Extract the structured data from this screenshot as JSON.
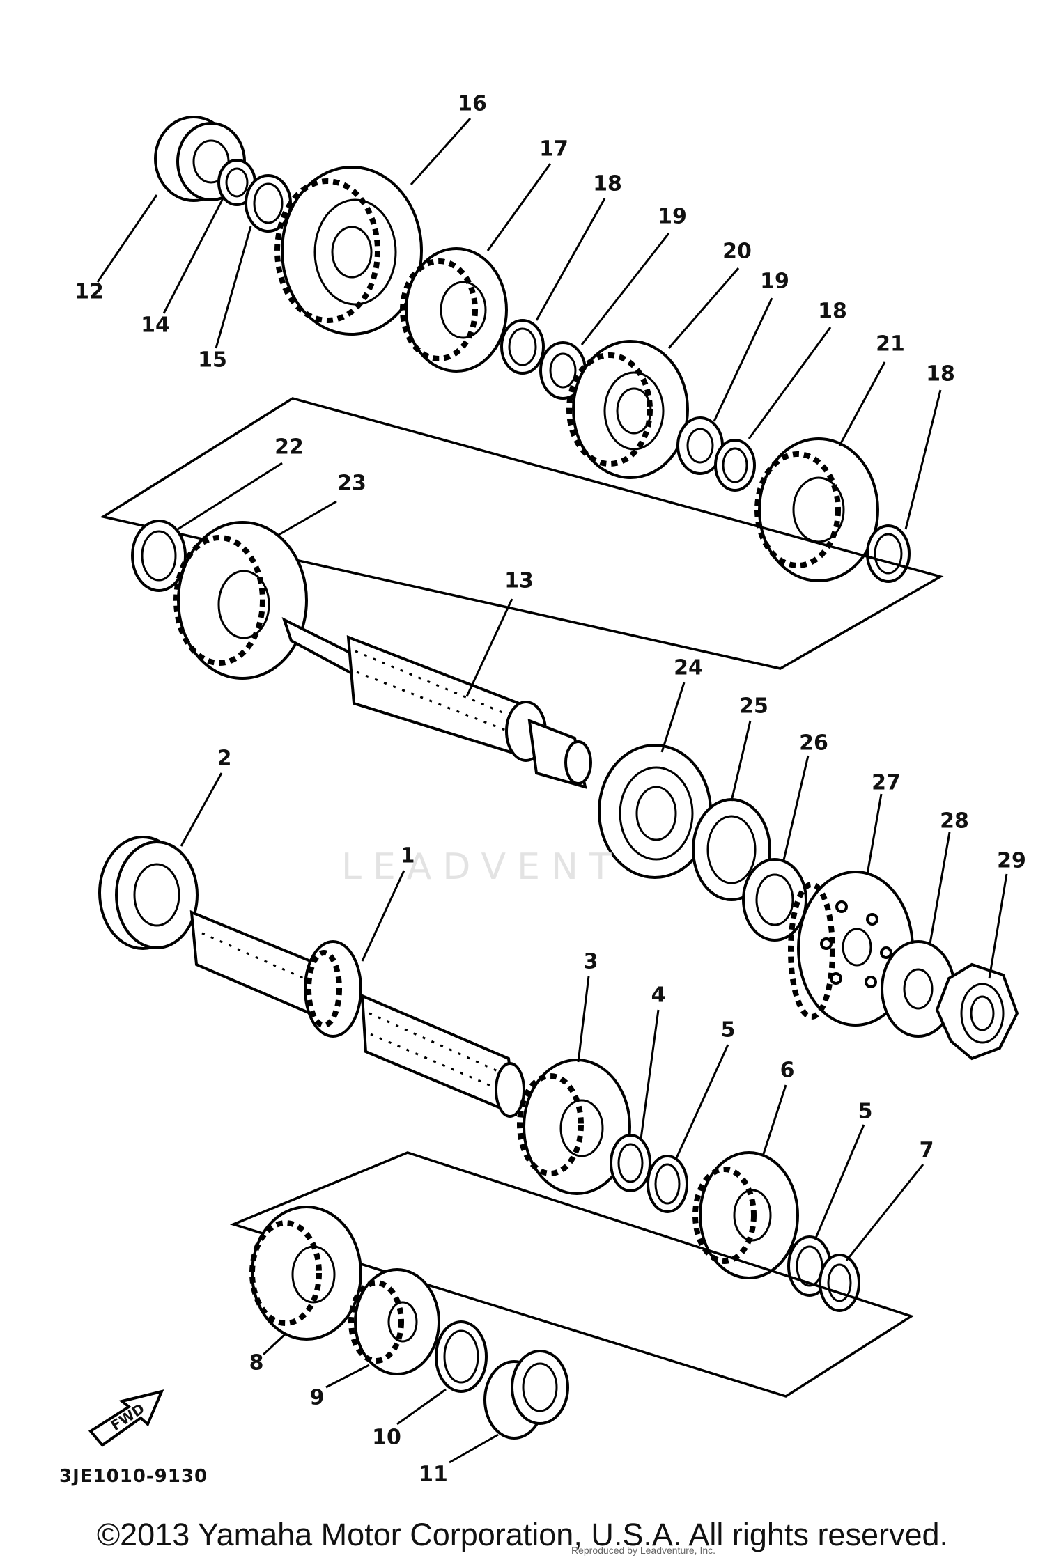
{
  "diagram": {
    "drawing_code": "3JE1010-9130",
    "fwd_label": "FWD",
    "watermark": "LEADVENT",
    "copyright": "©2013 Yamaha Motor Corporation, U.S.A. All rights reserved.",
    "copyright_faint": "Reproduced by Leadventure, Inc.",
    "callouts": [
      "16",
      "17",
      "18",
      "19",
      "20",
      "19",
      "18",
      "21",
      "18",
      "12",
      "14",
      "15",
      "22",
      "23",
      "13",
      "24",
      "25",
      "26",
      "27",
      "28",
      "29",
      "2",
      "1",
      "3",
      "4",
      "5",
      "6",
      "5",
      "7",
      "8",
      "9",
      "10",
      "11"
    ],
    "colors": {
      "ink": "#000000",
      "paper": "#ffffff",
      "watermark": "#e3e3e3"
    }
  }
}
